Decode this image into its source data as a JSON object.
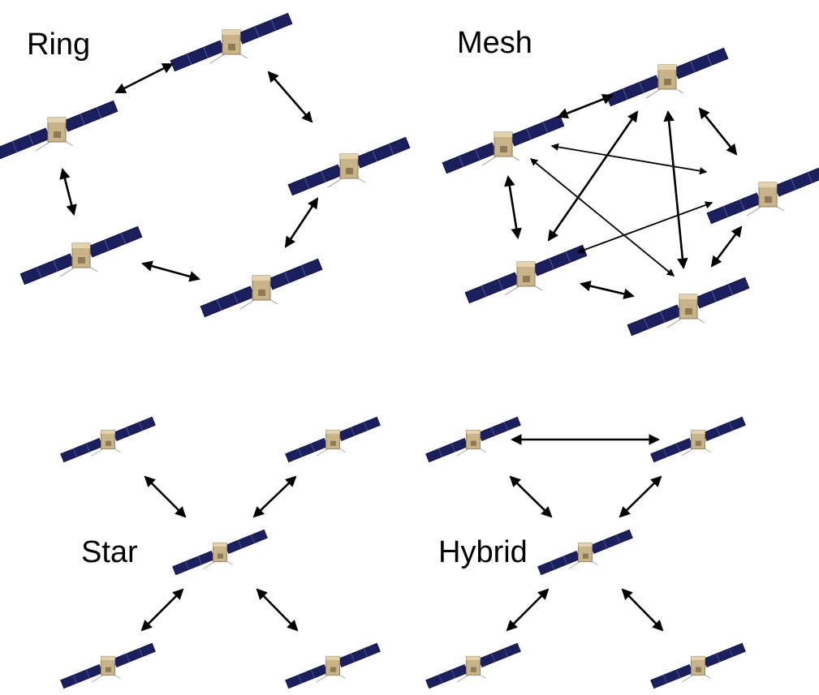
{
  "diagrams": [
    {
      "id": "ring",
      "title": "Ring"
    },
    {
      "id": "mesh",
      "title": "Mesh"
    },
    {
      "id": "star",
      "title": "Star"
    },
    {
      "id": "hybrid",
      "title": "Hybrid"
    }
  ],
  "colors": {
    "panel": "#1b1f5e",
    "panel_line": "#5b63a8",
    "body": "#c9b48a",
    "body_dark": "#8e7a56",
    "arrow": "#000000"
  },
  "icons": {
    "satellite": "satellite-icon",
    "link": "double-headed-arrow"
  }
}
